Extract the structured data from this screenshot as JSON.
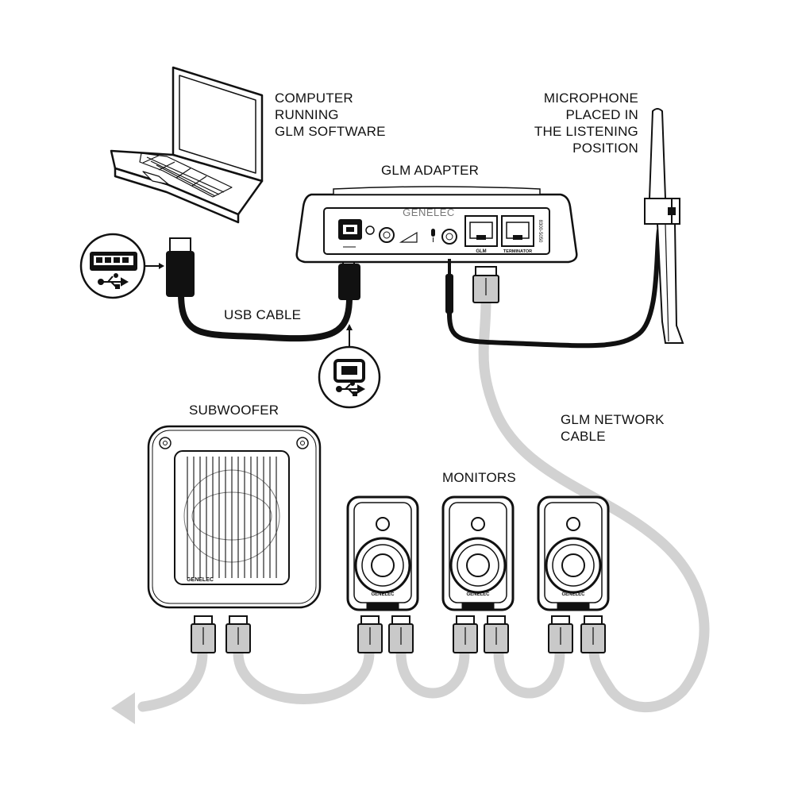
{
  "labels": {
    "computer": [
      "COMPUTER",
      "RUNNING",
      "GLM SOFTWARE"
    ],
    "adapter": "GLM ADAPTER",
    "microphone": [
      "MICROPHONE",
      "PLACED IN",
      "THE LISTENING",
      "POSITION"
    ],
    "usb_cable": "USB CABLE",
    "subwoofer": "SUBWOOFER",
    "monitors": "MONITORS",
    "network_cable": [
      "GLM NETWORK",
      "CABLE"
    ]
  },
  "adapter_panel": {
    "brand": "GENELEC",
    "port_glm": "GLM",
    "port_terminator": "TERMINATOR",
    "model": "8300-5050"
  },
  "speaker_brand": "GENELEC",
  "colors": {
    "outline": "#111111",
    "network_cable": "#d2d2d2",
    "connector_fill": "#c9c9c9",
    "usb_cable": "#111111"
  }
}
